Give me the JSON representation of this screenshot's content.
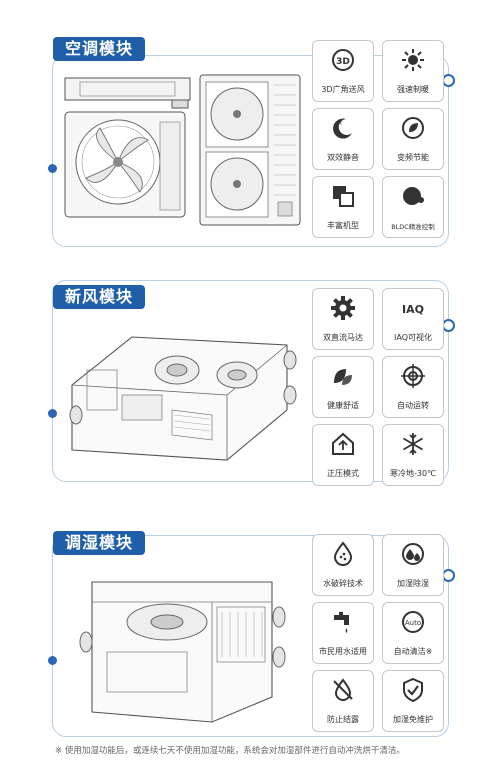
{
  "sections": [
    {
      "title": "空调模块",
      "features": [
        {
          "label": "3D广角送风",
          "icon": "3d-airflow-icon"
        },
        {
          "label": "强速制暖",
          "icon": "sun-icon"
        },
        {
          "label": "双效静音",
          "icon": "moon-quiet-icon"
        },
        {
          "label": "变频节能",
          "icon": "leaf-circle-icon"
        },
        {
          "label": "丰富机型",
          "icon": "squares-icon"
        },
        {
          "label": "BLDC精准控制",
          "icon": "bldc-icon"
        }
      ]
    },
    {
      "title": "新风模块",
      "features": [
        {
          "label": "双直流马达",
          "icon": "gear-icon"
        },
        {
          "label": "IAQ可视化",
          "icon": "iaq-icon"
        },
        {
          "label": "健康舒适",
          "icon": "leaves-icon"
        },
        {
          "label": "自动运转",
          "icon": "target-icon"
        },
        {
          "label": "正压模式",
          "icon": "house-pressure-icon"
        },
        {
          "label": "寒冷地-30℃",
          "icon": "snowflake-icon"
        }
      ]
    },
    {
      "title": "调湿模块",
      "features": [
        {
          "label": "水破碎技术",
          "icon": "water-drop-icon"
        },
        {
          "label": "加湿除湿",
          "icon": "humidity-icon"
        },
        {
          "label": "市民用水适用",
          "icon": "faucet-icon"
        },
        {
          "label": "自动清洁※",
          "icon": "auto-clean-icon"
        },
        {
          "label": "防止结露",
          "icon": "no-condensation-icon"
        },
        {
          "label": "加湿免维护",
          "icon": "shield-check-icon"
        }
      ]
    }
  ],
  "footnote": "※ 使用加湿功能后，或连续七天不使用加湿功能，系统会对加湿部件进行自动冲洗烘干清洁。",
  "colors": {
    "accent": "#1f5ea8",
    "frame": "#b9cfe6"
  }
}
